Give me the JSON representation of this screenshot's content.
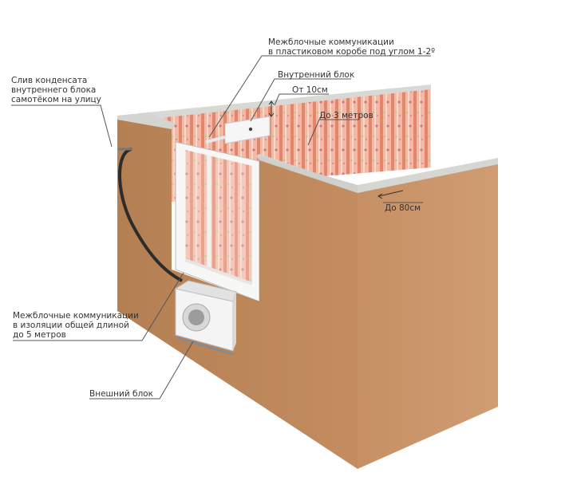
{
  "labels": {
    "inter_block_box": {
      "lines": [
        "Межблочные коммуникации",
        "в пластиковом коробе под углом 1-2º"
      ]
    },
    "indoor_unit": "Внутренний блок",
    "from_10cm": "От 10см",
    "up_to_3m": "До 3 метров",
    "condensate_drain": {
      "lines": [
        "Слив конденсата",
        "внутреннего блока",
        "самотёком на улицу"
      ]
    },
    "up_to_80cm": "До 80см",
    "insulated_lines": {
      "lines": [
        "Межблочные коммуникации",
        "в изоляции общей длиной",
        "до 5 метров"
      ]
    },
    "outdoor_unit": "Внешний блок"
  },
  "colors": {
    "wall_front": "#c99468",
    "wall_side": "#b98558",
    "wall_top": "#d4d4d0",
    "wallpaper_base": "#f3b9a7",
    "wallpaper_stripe": "#e4866b",
    "leader_line": "#555555",
    "text": "#333333",
    "unit": "#f4f4f4"
  }
}
